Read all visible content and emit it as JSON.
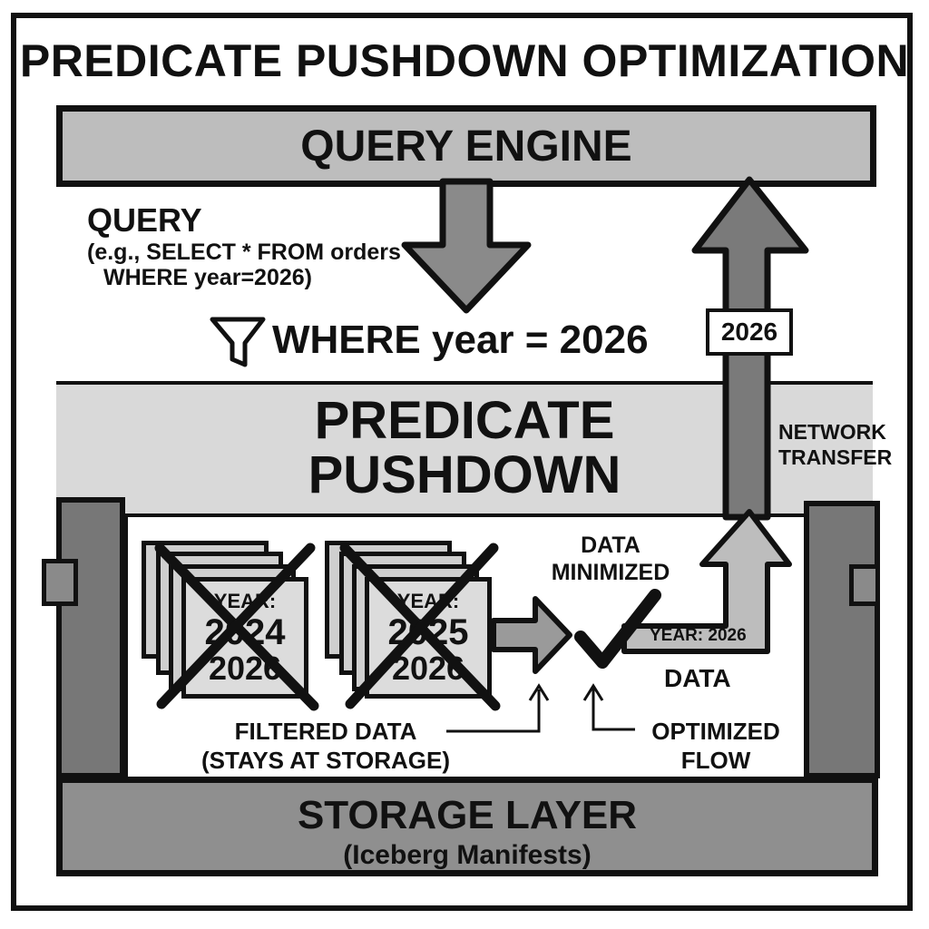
{
  "title": "PREDICATE PUSHDOWN OPTIMIZATION",
  "query_engine": "QUERY ENGINE",
  "query": {
    "label": "QUERY",
    "example_line1": "(e.g., SELECT * FROM orders",
    "example_line2": "WHERE year=2026)"
  },
  "filter": {
    "icon": "funnel-icon",
    "text": "WHERE year = 2026"
  },
  "pushdown": {
    "line1": "PREDICATE",
    "line2": "PUSHDOWN"
  },
  "files": [
    {
      "label": "YEAR:",
      "year": "2024",
      "year2": "2026",
      "crossed": true
    },
    {
      "label": "YEAR:",
      "year": "2025",
      "year2": "2026",
      "crossed": true
    }
  ],
  "labels": {
    "data_minimized_1": "DATA",
    "data_minimized_2": "MINIMIZED",
    "year_2026": "YEAR: 2026",
    "data": "DATA",
    "network_1": "NETWORK",
    "network_2": "TRANSFER",
    "badge": "2026",
    "filtered_1": "FILTERED DATA",
    "filtered_2": "(STAYS AT STORAGE)",
    "optimized_1": "OPTIMIZED",
    "optimized_2": "FLOW"
  },
  "storage": {
    "title": "STORAGE LAYER",
    "subtitle": "(Iceberg Manifests)"
  },
  "colors": {
    "ink": "#111111",
    "engine_fill": "#bdbdbd",
    "band_fill": "#d9d9d9",
    "storage_fill": "#8f8f8f",
    "arrow_fill": "#7a7a7a"
  }
}
